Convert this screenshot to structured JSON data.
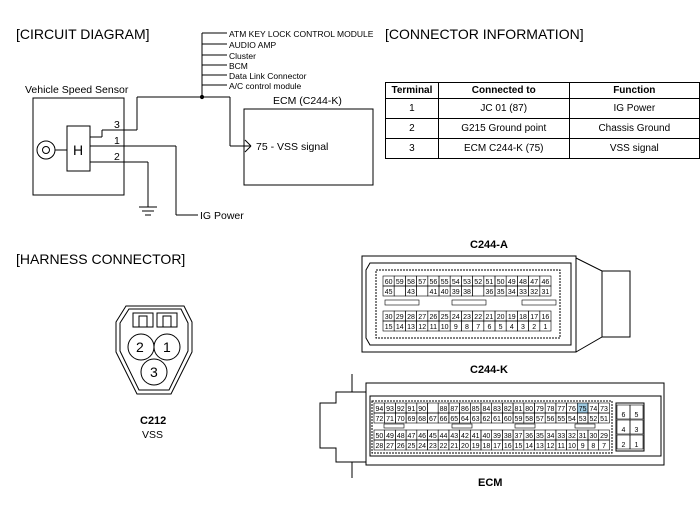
{
  "circuit": {
    "heading": "[CIRCUIT DIAGRAM]",
    "sensor_label": "Vehicle Speed Sensor",
    "sensor_symbol": "H",
    "sensor_pins": [
      "3",
      "1",
      "2"
    ],
    "bus_items": [
      "ATM KEY LOCK CONTROL MODULE",
      "AUDIO AMP",
      "Cluster",
      "BCM",
      "Data Link Connector",
      "A/C control module"
    ],
    "ecm_title": "ECM (C244-K)",
    "ecm_signal": "75 - VSS signal",
    "ig_power": "IG Power"
  },
  "connector_info": {
    "heading": "[CONNECTOR INFORMATION]",
    "headers": [
      "Terminal",
      "Connected to",
      "Function"
    ],
    "rows": [
      [
        "1",
        "JC 01 (87)",
        "IG Power"
      ],
      [
        "2",
        "G215 Ground point",
        "Chassis Ground"
      ],
      [
        "3",
        "ECM C244-K (75)",
        "VSS signal"
      ]
    ]
  },
  "harness": {
    "heading": "[HARNESS CONNECTOR]",
    "c212_pins": [
      "2",
      "1",
      "3"
    ],
    "c212_name": "C212",
    "c212_desc": "VSS",
    "c244a_title": "C244-A",
    "c244a_rows": [
      [
        "60",
        "59",
        "58",
        "57",
        "56",
        "55",
        "54",
        "53",
        "52",
        "51",
        "50",
        "49",
        "48",
        "47",
        "46"
      ],
      [
        "45",
        "",
        "43",
        "",
        "41",
        "40",
        "39",
        "38",
        "",
        "36",
        "35",
        "34",
        "33",
        "32",
        "31"
      ],
      [
        "30",
        "29",
        "28",
        "27",
        "26",
        "25",
        "24",
        "23",
        "22",
        "21",
        "20",
        "19",
        "18",
        "17",
        "16"
      ],
      [
        "15",
        "14",
        "13",
        "12",
        "11",
        "10",
        "9",
        "8",
        "7",
        "6",
        "5",
        "4",
        "3",
        "2",
        "1"
      ]
    ],
    "c244k_title": "C244-K",
    "c244k_rows": [
      [
        "94",
        "93",
        "92",
        "91",
        "90",
        "",
        "88",
        "87",
        "86",
        "85",
        "84",
        "83",
        "82",
        "81",
        "80",
        "79",
        "78",
        "77",
        "76",
        "75",
        "74",
        "73"
      ],
      [
        "72",
        "71",
        "70",
        "69",
        "68",
        "67",
        "66",
        "65",
        "64",
        "63",
        "62",
        "61",
        "60",
        "59",
        "58",
        "57",
        "56",
        "55",
        "54",
        "53",
        "52",
        "51"
      ],
      [
        "50",
        "49",
        "48",
        "47",
        "46",
        "45",
        "44",
        "43",
        "42",
        "41",
        "40",
        "39",
        "38",
        "37",
        "36",
        "35",
        "34",
        "33",
        "32",
        "31",
        "30",
        "29"
      ],
      [
        "28",
        "27",
        "26",
        "25",
        "24",
        "23",
        "22",
        "21",
        "20",
        "19",
        "18",
        "17",
        "16",
        "15",
        "14",
        "13",
        "12",
        "11",
        "10",
        "9",
        "8",
        "7"
      ]
    ],
    "c244k_side": [
      [
        "6",
        "5"
      ],
      [
        "4",
        "3"
      ],
      [
        "2",
        "1"
      ]
    ],
    "highlight_pin": "75",
    "highlight_color": "#9ec9e0",
    "ecm_name": "ECM"
  }
}
